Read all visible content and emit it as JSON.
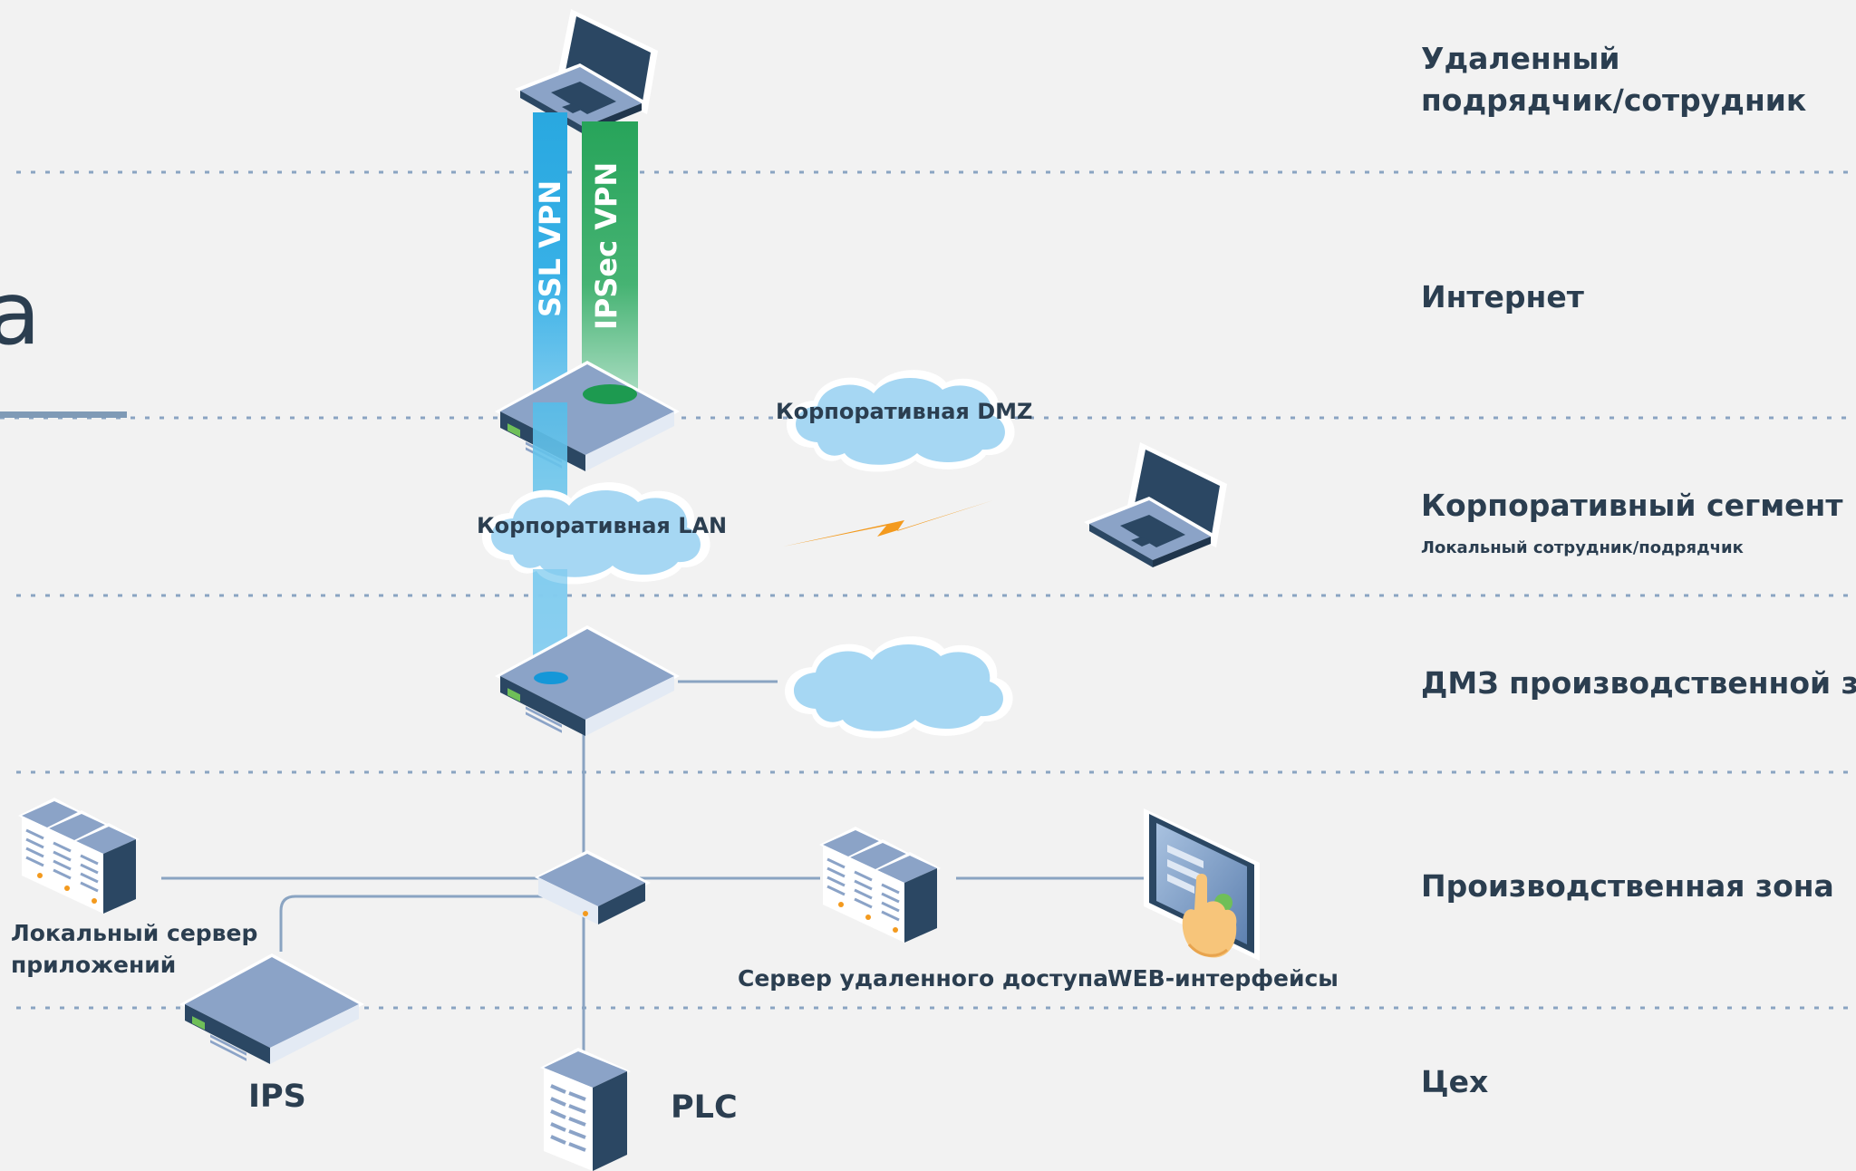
{
  "title_fragment": "a",
  "zones": [
    {
      "label": "Удаленный\nподрядчик/сотрудник"
    },
    {
      "label": "Интернет"
    },
    {
      "label": "Корпоративный сегмент",
      "sublabel": "Локальный сотрудник/подрядчик"
    },
    {
      "label": "ДМЗ производственной зоны"
    },
    {
      "label": "Производственная зона"
    },
    {
      "label": "Цех"
    }
  ],
  "tunnels": {
    "ssl": "SSL VPN",
    "ipsec": "IPSec VPN"
  },
  "clouds": {
    "corp_dmz": "Корпоративная DMZ",
    "corp_lan": "Корпоративная LAN"
  },
  "nodes": {
    "local_app_server": "Локальный сервер\nприложений",
    "remote_access_server": "Сервер удаленного доступа",
    "web_interfaces": "WEB-интерфейсы",
    "ips": "IPS",
    "plc": "PLC"
  },
  "colors": {
    "background": "#f2f2f2",
    "text": "#2b3e50",
    "divider": "#8aa4c2",
    "ssl_tunnel": "#29a8e0",
    "ipsec_tunnel": "#27a45a",
    "cloud": "#a6d7f3",
    "device_top": "#8ba3c7",
    "device_dark": "#2b4763",
    "link_line": "#8aa4c2",
    "wireless_bolt": "#f39a1e"
  },
  "icons": [
    "laptop-icon",
    "router-icon",
    "cloud-icon",
    "server-rack-icon",
    "switch-icon",
    "touch-panel-icon",
    "plc-icon",
    "lightning-icon"
  ]
}
